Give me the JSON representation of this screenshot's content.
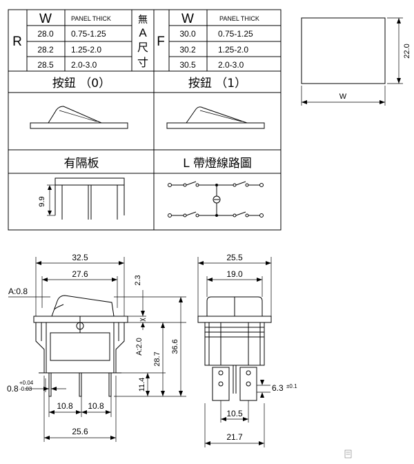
{
  "spec_table": {
    "r": {
      "series_letter": "R",
      "col_w": "W",
      "col_panel": "PANEL THICK",
      "rows": [
        {
          "w": "28.0",
          "panel": "0.75-1.25"
        },
        {
          "w": "28.2",
          "panel": "1.25-2.0"
        },
        {
          "w": "28.5",
          "panel": "2.0-3.0"
        }
      ]
    },
    "middle_chars": [
      "無",
      "A",
      "尺",
      "寸"
    ],
    "f": {
      "series_letter": "F",
      "col_w": "W",
      "col_panel": "PANEL THICK",
      "rows": [
        {
          "w": "30.0",
          "panel": "0.75-1.25"
        },
        {
          "w": "30.2",
          "panel": "1.25-2.0"
        },
        {
          "w": "30.5",
          "panel": "2.0-3.0"
        }
      ]
    },
    "button_0_label": "按鈕 （0）",
    "button_1_label": "按鈕 （1）",
    "partition_label": "有隔板",
    "circuit_label": "L 帶燈線路圖",
    "partition_dim": "9.9"
  },
  "panel_cutout": {
    "height_label": "22.0",
    "width_label": "W"
  },
  "front_view": {
    "dims": {
      "overall_width": "32.5",
      "inner_width": "27.6",
      "a_label": "A:0.8",
      "top_offset": "2.3",
      "height_total": "36.6",
      "body_height": "28.7",
      "a2": "A:2.0",
      "pin_length": "11.4",
      "tol_base": "0.8",
      "tol_plus": "+0.04",
      "tol_minus": "-0.03",
      "pin_pitch_1": "10.8",
      "pin_pitch_2": "10.8",
      "base_width": "25.6"
    }
  },
  "side_view": {
    "dims": {
      "top_width": "25.5",
      "cap_width": "19.0",
      "terminal_width": "6.3",
      "terminal_tol": "±0.1",
      "terminal_gap": "10.5",
      "bottom_width": "21.7"
    }
  }
}
